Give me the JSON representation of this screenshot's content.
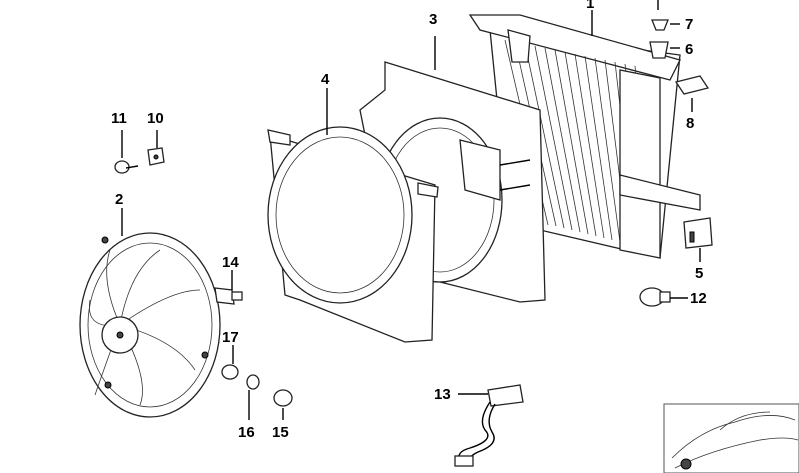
{
  "callouts": [
    {
      "id": "c1",
      "text": "1"
    },
    {
      "id": "c2",
      "text": "2"
    },
    {
      "id": "c3",
      "text": "3"
    },
    {
      "id": "c4",
      "text": "4"
    },
    {
      "id": "c5",
      "text": "5"
    },
    {
      "id": "c6",
      "text": "6"
    },
    {
      "id": "c7",
      "text": "7"
    },
    {
      "id": "c8",
      "text": "8"
    },
    {
      "id": "c10",
      "text": "10"
    },
    {
      "id": "c11",
      "text": "11"
    },
    {
      "id": "c12",
      "text": "12"
    },
    {
      "id": "c13",
      "text": "13"
    },
    {
      "id": "c14",
      "text": "14"
    },
    {
      "id": "c15",
      "text": "15"
    },
    {
      "id": "c16",
      "text": "16"
    },
    {
      "id": "c17",
      "text": "17"
    }
  ]
}
